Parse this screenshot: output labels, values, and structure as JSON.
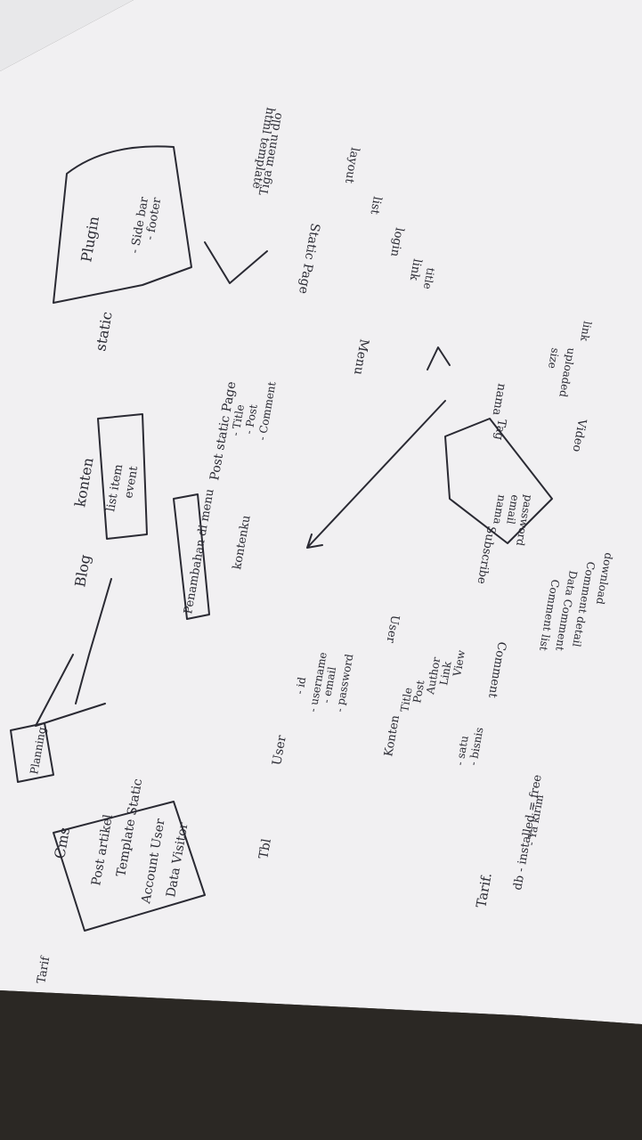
{
  "photo": {
    "background_color": "#2b2824",
    "paper_color": "#f1f0f2",
    "ink_color": "#2a2a33",
    "subject": "handwritten-sketch-on-paper"
  },
  "sketch": {
    "cms_label": "Cms",
    "cms_box_items": [
      "Post artikel",
      "Template Static",
      "Account User",
      "Data Visitor"
    ],
    "tarif_label": "Tarif",
    "planning_box": "Planning",
    "blog_label": "Blog",
    "konten_label": "konten",
    "konten_items": [
      "list item",
      "event"
    ],
    "static_label": "static",
    "plugin_box": [
      "Plugin",
      "- Side bar",
      "- footer"
    ],
    "menu_box": "Penambahan di menu",
    "post_static_page": [
      "Post static Page",
      "- Title",
      "- Post",
      "- Comment"
    ],
    "static_page": "Static Page",
    "kontenku_label": "kontenku",
    "menu_label": "Menu",
    "html_template": "html template",
    "layout_label": "layout",
    "list_label": "list",
    "login_label": "login",
    "link_label": "link",
    "title_label": "title",
    "user_label": "User",
    "user_fields": [
      "- id",
      "- username",
      "- email",
      "- password"
    ],
    "tbl_label": "Tbl",
    "konten_fields": [
      "Konten",
      "Title",
      "Post",
      "Author",
      "Link",
      "View"
    ],
    "konten_arrow_user": "User",
    "comment_label": "Comment",
    "comment_items": [
      "Comment list",
      "Data Comment",
      "Comment detail",
      "download"
    ],
    "subscribe_box": [
      "Subscribe",
      "nama",
      "email",
      "password"
    ],
    "tag_label": "Tag",
    "nama_label": "nama",
    "video_label": "Video",
    "size_label": "size",
    "uploaded_label": "uploaded",
    "link_small": "link",
    "tarif_notes": [
      "Tarif.",
      "db - installed = free",
      "- Ya kirim",
      "- satu",
      "- bisnis"
    ]
  }
}
